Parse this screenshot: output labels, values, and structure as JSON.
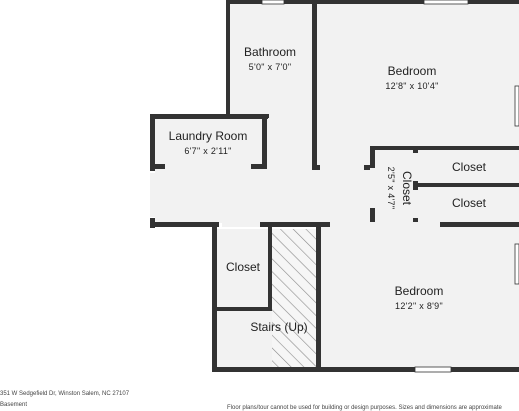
{
  "rooms": {
    "bathroom": {
      "name": "Bathroom",
      "dims": "5'0\" x 7'0\""
    },
    "bedroom_top": {
      "name": "Bedroom",
      "dims": "12'8\" x 10'4\""
    },
    "laundry": {
      "name": "Laundry Room",
      "dims": "6'7\" x 2'11\""
    },
    "closet_vertical": {
      "name": "Closet",
      "dims": "2'5\" x 4'7\""
    },
    "closet_right_top": {
      "name": "Closet"
    },
    "closet_right_bottom": {
      "name": "Closet"
    },
    "closet_left": {
      "name": "Closet"
    },
    "stairs": {
      "name": "Stairs (Up)"
    },
    "bedroom_bottom": {
      "name": "Bedroom",
      "dims": "12'2\" x 8'9\""
    }
  },
  "footer": {
    "address": "351 W Sedgefield Dr, Winston Salem, NC 27107",
    "level": "Basement",
    "disclaimer": "Floor plans/tour cannot be used for building or design purposes. Sizes and dimensions are approximate"
  },
  "colors": {
    "wall": "#333333",
    "floor": "#f2f2f2",
    "hatch": "#8a8a8a",
    "background": "#ffffff"
  }
}
